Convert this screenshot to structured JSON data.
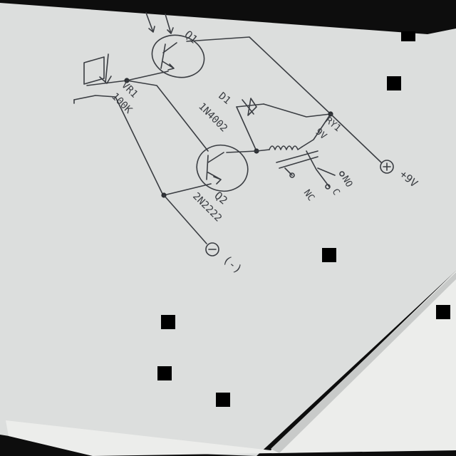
{
  "diagram": {
    "labels": {
      "q1": "Q1",
      "vr1": "VR1",
      "vr1_value": "100K",
      "d1": "D1",
      "d1_part": "1N4002",
      "q2": "Q2",
      "q2_part": "2N2222",
      "ry1": "RY1",
      "ry1_voltage": "9V",
      "no": "NO",
      "com": "C",
      "nc": "NC",
      "plus_terminal": "+9V",
      "minus_terminal": "(-)"
    },
    "colors": {
      "paper": "#dcdedd",
      "ink": "#3a3d42",
      "background": "#0d0d0d"
    }
  }
}
